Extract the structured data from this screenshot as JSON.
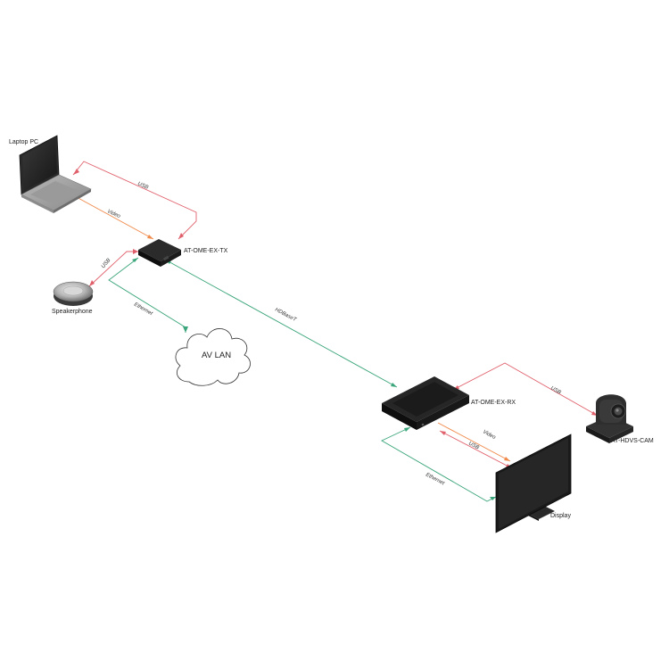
{
  "devices": {
    "laptop": "Laptop PC",
    "speakerphone": "Speakerphone",
    "tx": "AT-OME-EX-TX",
    "rx": "AT-OME-EX-RX",
    "camera": "AT-HDVS-CAM",
    "display": "Display",
    "lan": "AV LAN"
  },
  "connections": {
    "laptop_tx_usb": "USB",
    "laptop_tx_video": "Video",
    "speaker_tx_usb": "USB",
    "tx_lan_ethernet": "Ethernet",
    "tx_rx_hdbaset": "HDBaseT",
    "rx_cam_usb": "USB",
    "rx_display_video": "Video",
    "rx_display_usb": "USB",
    "rx_display_ethernet": "Ethernet"
  },
  "colors": {
    "usb": "#e0606c",
    "video": "#f08a4b",
    "ethernet": "#3aa57a",
    "hdbaset": "#3aa57a"
  }
}
